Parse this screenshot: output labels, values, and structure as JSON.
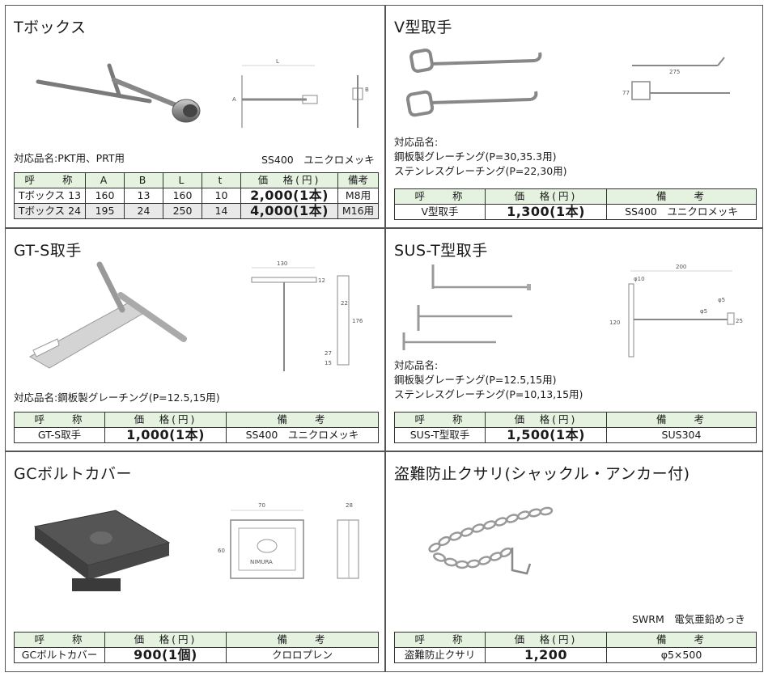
{
  "panels": {
    "tbox": {
      "title": "Tボックス",
      "compat": "対応品名:PKT用、PRT用",
      "material": "SS400　ユニクロメッキ",
      "headers": [
        "呼　　称",
        "A",
        "B",
        "L",
        "t",
        "価　格(円)",
        "備考"
      ],
      "rows": [
        [
          "Tボックス 13",
          "160",
          "13",
          "160",
          "10",
          "2,000(1本)",
          "M8用"
        ],
        [
          "Tボックス 24",
          "195",
          "24",
          "250",
          "14",
          "4,000(1本)",
          "M16用"
        ]
      ],
      "drawing_labels": {
        "len": "L",
        "a": "A",
        "b": "B"
      }
    },
    "vhandle": {
      "title": "V型取手",
      "compat_lines": [
        "対応品名:",
        "鋼板製グレーチング(P=30,35.3用)",
        "ステンレスグレーチング(P=22,30用)"
      ],
      "headers": [
        "呼　　称",
        "価　格(円)",
        "備　　考"
      ],
      "row": [
        "V型取手",
        "1,300(1本)",
        "SS400　ユニクロメッキ"
      ],
      "drawing_labels": {
        "len": "275",
        "h": "77"
      }
    },
    "gts": {
      "title": "GT-S取手",
      "compat": "対応品名:鋼板製グレーチング(P=12.5,15用)",
      "headers": [
        "呼　　称",
        "価　格(円)",
        "備　　考"
      ],
      "row": [
        "GT-S取手",
        "1,000(1本)",
        "SS400　ユニクロメッキ"
      ],
      "drawing_labels": {
        "w": "130",
        "t": "12",
        "h": "176",
        "a": "22",
        "b": "27",
        "c": "15"
      }
    },
    "sust": {
      "title": "SUS-T型取手",
      "compat_lines": [
        "対応品名:",
        "鋼板製グレーチング(P=12.5,15用)",
        "ステンレスグレーチング(P=10,13,15用)"
      ],
      "headers": [
        "呼　　称",
        "価　格(円)",
        "備　　考"
      ],
      "row": [
        "SUS-T型取手",
        "1,500(1本)",
        "SUS304"
      ],
      "drawing_labels": {
        "w": "200",
        "d1": "φ10",
        "h": "120",
        "d2": "φ5",
        "d3": "φ5",
        "s": "25"
      }
    },
    "gc": {
      "title": "GCボルトカバー",
      "headers": [
        "呼　　称",
        "価　格(円)",
        "備　　考"
      ],
      "row": [
        "GCボルトカバー",
        "900(1個)",
        "クロロプレン"
      ],
      "drawing_labels": {
        "w": "70",
        "h": "60",
        "d": "28",
        "brand": "NIMURA"
      }
    },
    "chain": {
      "title": "盗難防止クサリ(シャックル・アンカー付)",
      "material": "SWRM　電気亜鉛めっき",
      "headers": [
        "呼　　称",
        "価　格(円)",
        "備　　考"
      ],
      "row": [
        "盗難防止クサリ",
        "1,200",
        "φ5×500"
      ]
    }
  },
  "colors": {
    "header_bg": "#e6f2e0",
    "border": "#333333",
    "alt_row": "#e9e9e9"
  }
}
